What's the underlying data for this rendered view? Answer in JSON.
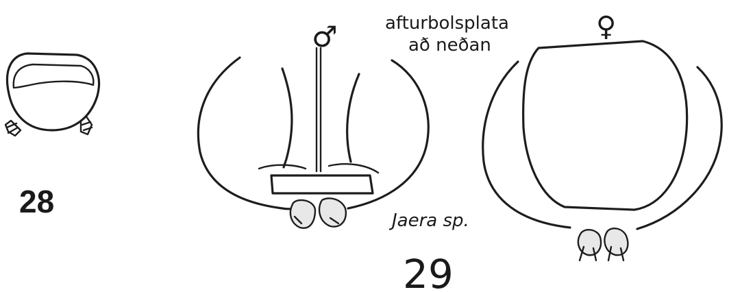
{
  "figure_28": {
    "number": "28"
  },
  "figure_29": {
    "number": "29",
    "male_symbol": "♂",
    "female_symbol": "♀",
    "caption_line1": "afturbolsplata",
    "caption_line2": "að neðan",
    "species": "Jaera sp."
  }
}
